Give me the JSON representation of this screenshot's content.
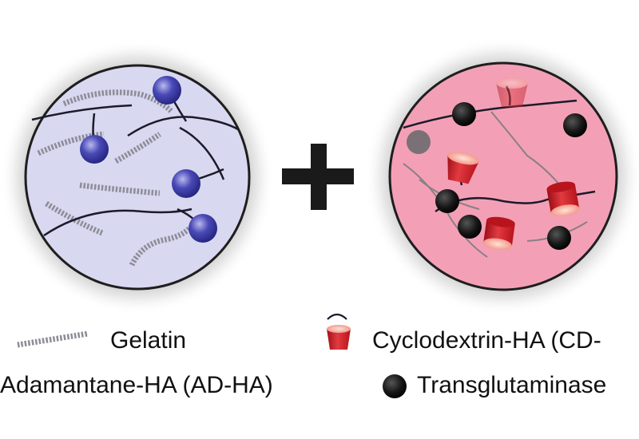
{
  "colors": {
    "left_fill": "#d9d8f1",
    "right_fill": "#f3a0b6",
    "halo": "#bdbdbd",
    "polymer": "#1b1b2a",
    "gelatin": "#8d8d98",
    "adamantane": "#2f2f97",
    "cyclodextrin": "#d8212e",
    "transglutaminase": "#111111",
    "plus": "#1a1a1a"
  },
  "icons": {
    "gelatin": "wavy-strand-icon",
    "adamantane": "sphere-icon",
    "cyclodextrin": "cup-icon",
    "transglutaminase": "dot-icon"
  },
  "legend": {
    "gelatin": "Gelatin",
    "adamantane": "Adamantane-HA (AD-HA)",
    "cyclodextrin": "Cyclodextrin-HA (CD-",
    "transglutaminase": "Transglutaminase"
  }
}
